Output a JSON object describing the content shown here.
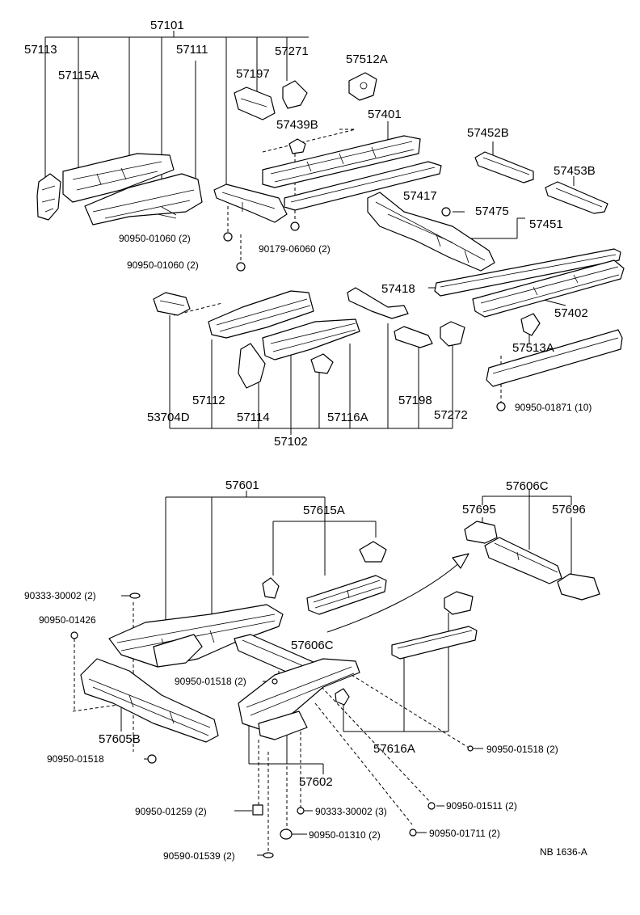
{
  "diagram_id": "NB 1636-A",
  "labels": {
    "p57101": "57101",
    "p57113": "57113",
    "p57115A": "57115A",
    "p57111": "57111",
    "p57197": "57197",
    "p57271": "57271",
    "p57512A": "57512A",
    "p57439B": "57439B",
    "p57401": "57401",
    "p57452B": "57452B",
    "p57453B": "57453B",
    "p57417": "57417",
    "p57475": "57475",
    "p57451": "57451",
    "b9095001060a": "90950-01060 (2)",
    "b9095001060b": "90950-01060 (2)",
    "b9017906060": "90179-06060 (2)",
    "p57418": "57418",
    "p57402": "57402",
    "p57513A": "57513A",
    "b9095001871": "90950-01871 (10)",
    "p57112": "57112",
    "p53704D": "53704D",
    "p57114": "57114",
    "p57116A": "57116A",
    "p57198": "57198",
    "p57272": "57272",
    "p57102": "57102",
    "p57601": "57601",
    "p57615A": "57615A",
    "p57606C_top": "57606C",
    "p57695": "57695",
    "p57696": "57696",
    "b9033330002a": "90333-30002 (2)",
    "b9095001426": "90950-01426",
    "p57606C_mid": "57606C",
    "b9095001518a": "90950-01518 (2)",
    "p57605B": "57605B",
    "b9095001518b": "90950-01518",
    "p57616A": "57616A",
    "b9095001518c": "90950-01518 (2)",
    "p57602": "57602",
    "b9095001259": "90950-01259 (2)",
    "b9033330002b": "90333-30002 (3)",
    "b9095001511": "90950-01511 (2)",
    "b9095001310": "90950-01310 (2)",
    "b9095001711": "90950-01711 (2)",
    "b9059001539": "90590-01539 (2)"
  }
}
